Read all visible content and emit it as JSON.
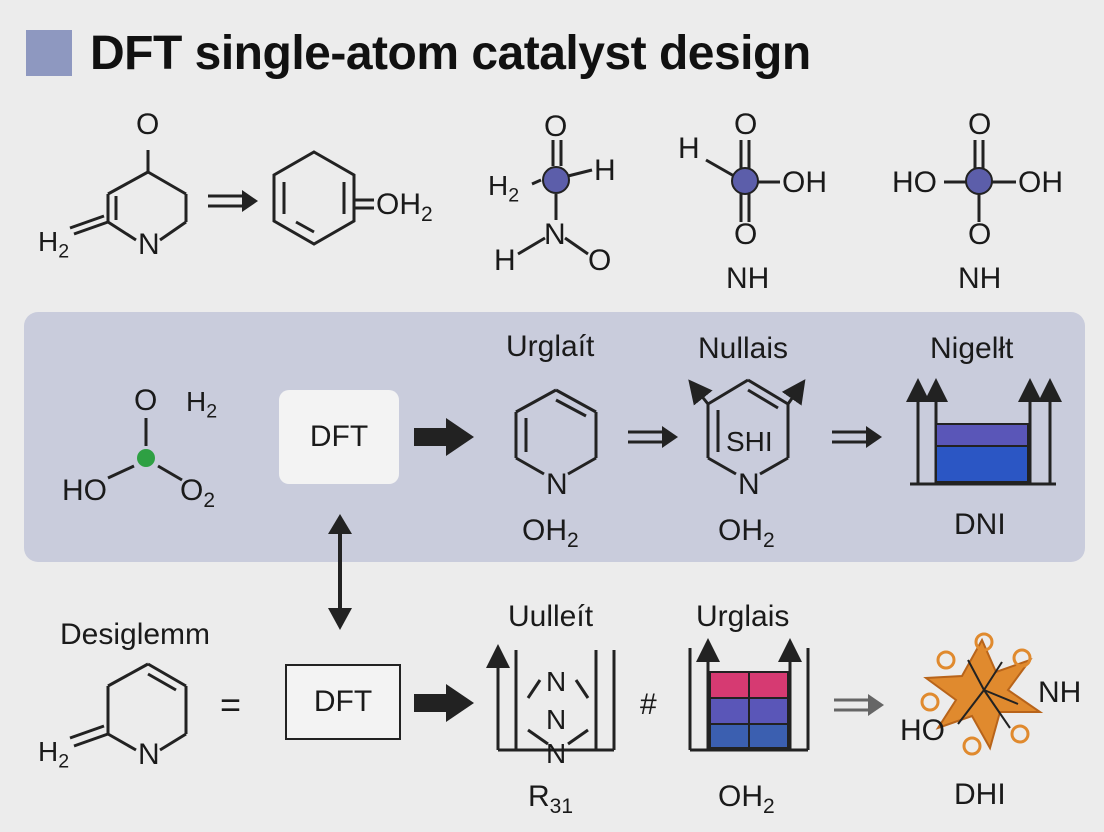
{
  "title": "DFT single-atom catalyst design",
  "colors": {
    "background": "#ececec",
    "title_square": "#8e98c0",
    "band": "#c9ccdc",
    "atom_purple": "#5c5eaa",
    "atom_green": "#2ea043",
    "bar_blue": "#2b56c4",
    "bar_violet": "#5a56b8",
    "bar_pink": "#d63a72",
    "star_orange": "#e08a2e"
  },
  "top_row": {
    "mol1": {
      "o": "O",
      "h2": "H2",
      "n": "N"
    },
    "mol2": {
      "oh2": "OH2"
    },
    "mol3": {
      "h2": "H2",
      "h": "H",
      "h_bottom": "H",
      "n": "N",
      "o": "O"
    },
    "mol4": {
      "h": "H",
      "o_top": "O",
      "oh": "OH",
      "o_bottom": "O",
      "caption": "NH"
    },
    "mol5": {
      "o_top": "O",
      "ho": "HO",
      "oh": "OH",
      "o_bottom": "O",
      "caption": "NH"
    }
  },
  "middle_row": {
    "mol": {
      "o": "O",
      "h2": "H2",
      "ho": "HO",
      "o2": "O2"
    },
    "dft_box": "DFT",
    "step1": {
      "title": "Urglaít",
      "n": "N",
      "caption": "OH2"
    },
    "step2": {
      "title": "Nullais",
      "ring_label": "SHI",
      "n": "N",
      "caption": "OH2"
    },
    "step3": {
      "title": "Nigelłt",
      "caption": "DNI"
    }
  },
  "bottom_row": {
    "label": "Desiglemm",
    "mol": {
      "h2": "H2",
      "n": "N"
    },
    "equals": "=",
    "dft_box": "DFT",
    "step1": {
      "title": "Uulleít",
      "n_top": "N",
      "n_mid": "N",
      "n_bot": "N",
      "caption": "R31"
    },
    "hash": "#",
    "step2": {
      "title": "Urglais",
      "caption": "OH2"
    },
    "step3": {
      "nh": "NH",
      "ho": "HO",
      "caption": "DHI"
    }
  }
}
